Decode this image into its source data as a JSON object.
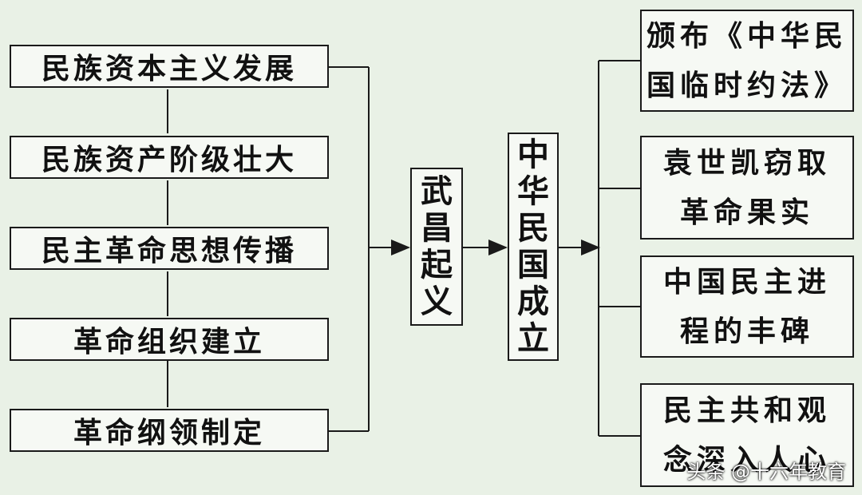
{
  "left_items": [
    "民族资本主义发展",
    "民族资产阶级壮大",
    "民主革命思想传播",
    "革命组织建立",
    "革命纲领制定"
  ],
  "middle_event": [
    "武",
    "昌",
    "起",
    "义"
  ],
  "result": [
    "中",
    "华",
    "民",
    "国",
    "成",
    "立"
  ],
  "right_items": [
    {
      "line1": "颁布《中华民",
      "line2": "国临时约法》"
    },
    {
      "line1": "袁世凯窃取",
      "line2": "革命果实"
    },
    {
      "line1": "中国民主进",
      "line2": "程的丰碑"
    },
    {
      "line1": "民主共和观",
      "line2": "念深入人心"
    }
  ],
  "watermark": "头条 @十六年教育"
}
